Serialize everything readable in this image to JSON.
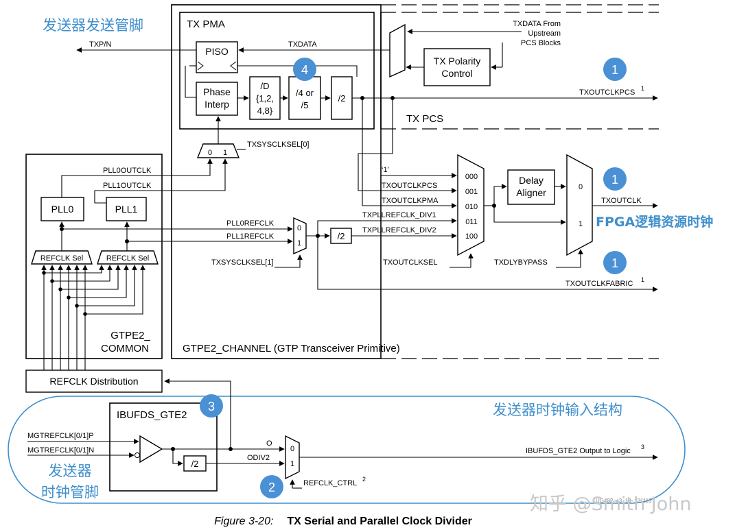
{
  "labels": {
    "tx_pma": "TX PMA",
    "tx_pcs": "TX PCS",
    "piso": "PISO",
    "txdata": "TXDATA",
    "txdata_from_1": "TXDATA From",
    "txdata_from_2": "Upstream",
    "txdata_from_3": "PCS Blocks",
    "txp_n": "TXP/N",
    "tx_polarity_1": "TX Polarity",
    "tx_polarity_2": "Control",
    "phase_1": "Phase",
    "phase_2": "Interp",
    "div_d_1": "/D",
    "div_d_2": "{1,2,",
    "div_d_3": "4,8}",
    "div_45_1": "/4 or",
    "div_45_2": "/5",
    "div_2a": "/2",
    "div_2b": "/2",
    "div_2c": "/2",
    "txoutclkpcs_top": "TXOUTCLKPCS",
    "sup1": "1",
    "mux0": "0",
    "mux1": "1",
    "txsysclksel0": "TXSYSCLKSEL[0]",
    "pll0outclk": "PLL0OUTCLK",
    "pll1outclk": "PLL1OUTCLK",
    "pll0": "PLL0",
    "pll1": "PLL1",
    "pll0refclk": "PLL0REFCLK",
    "pll1refclk": "PLL1REFCLK",
    "refclk_sel": "REFCLK Sel",
    "txsysclksel1": "TXSYSCLKSEL[1]",
    "gtpe2_common_1": "GTPE2_",
    "gtpe2_common_2": "COMMON",
    "gtpe2_channel": "GTPE2_CHANNEL (GTP Transceiver Primitive)",
    "refclk_dist": "REFCLK Distribution",
    "quote1": "‘1’",
    "txoutclkpcs": "TXOUTCLKPCS",
    "txoutclkpma": "TXOUTCLKPMA",
    "txpllrefclk_div1": "TXPLLREFCLK_DIV1",
    "txpllrefclk_div2": "TXPLLREFCLK_DIV2",
    "sel000": "000",
    "sel001": "001",
    "sel010": "010",
    "sel011": "011",
    "sel100": "100",
    "delay_1": "Delay",
    "delay_2": "Aligner",
    "txoutclk": "TXOUTCLK",
    "txoutclksel": "TXOUTCLKSEL",
    "txdlybypass": "TXDLYBYPASS",
    "txoutclkfabric": "TXOUTCLKFABRIC",
    "ibufds_gte2": "IBUFDS_GTE2",
    "mgtrefclkp": "MGTREFCLK[0/1]P",
    "mgtrefclkn": "MGTREFCLK[0/1]N",
    "out_o": "O",
    "odiv2": "ODIV2",
    "ibufds_out": "IBUFDS_GTE2 Output to Logic",
    "sup3": "3",
    "refclk_ctrl": "REFCLK_CTRL",
    "sup2": "2",
    "small_code": "UG482_c3_19_121113"
  },
  "annotations": {
    "tx_pins": "发送器发送管脚",
    "fpga_clock": "FPGA逻辑资源时钟",
    "input_structure": "发送器时钟输入结构",
    "clock_pins_1": "发送器",
    "clock_pins_2": "时钟管脚"
  },
  "badges": {
    "b1a": "1",
    "b1b": "1",
    "b1c": "1",
    "b2": "2",
    "b3": "3",
    "b4": "4"
  },
  "watermark": "知乎 @Smith John",
  "caption": {
    "number": "Figure 3-20:",
    "title": "TX Serial and Parallel Clock Divider"
  },
  "colors": {
    "annotation": "#3f8fcc",
    "badge": "#4a90d4",
    "line": "#000000"
  }
}
